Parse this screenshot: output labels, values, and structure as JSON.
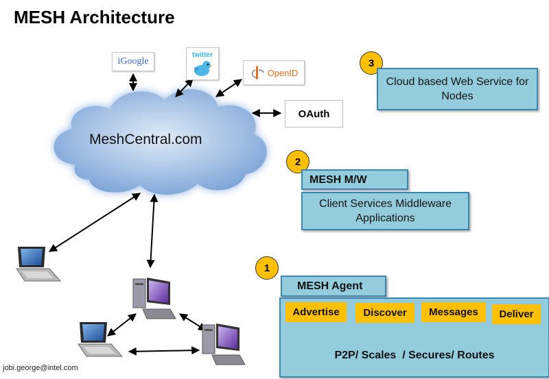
{
  "title": "MESH Architecture",
  "cloud": {
    "label": "MeshCentral.com"
  },
  "providers": {
    "igoogle": "iGoogle",
    "twitter": "twitter",
    "openid": "OpenID",
    "oauth": "OAuth"
  },
  "components": {
    "cloud_service": {
      "number": "3",
      "label": "Cloud based Web Service for Nodes"
    },
    "middleware": {
      "number": "2",
      "tab_label": "MESH M/W",
      "body_label": "Client Services Middleware Applications"
    },
    "agent": {
      "number": "1",
      "tab_label": "MESH Agent",
      "features": [
        "Advertise",
        "Discover",
        "Messages",
        "Deliver"
      ],
      "description": "P2P/ Scales  / Secures/ Routes"
    }
  },
  "footer": {
    "author": "jobi.george@intel.com"
  },
  "colors": {
    "box_fill": "#93cddd",
    "box_border": "#3b84b0",
    "badge": "#ffc000",
    "cloud": "#6f9cd6"
  },
  "icons": [
    "laptop-icon",
    "desktop-computer-icon",
    "twitter-bird-icon",
    "openid-logo-icon"
  ]
}
